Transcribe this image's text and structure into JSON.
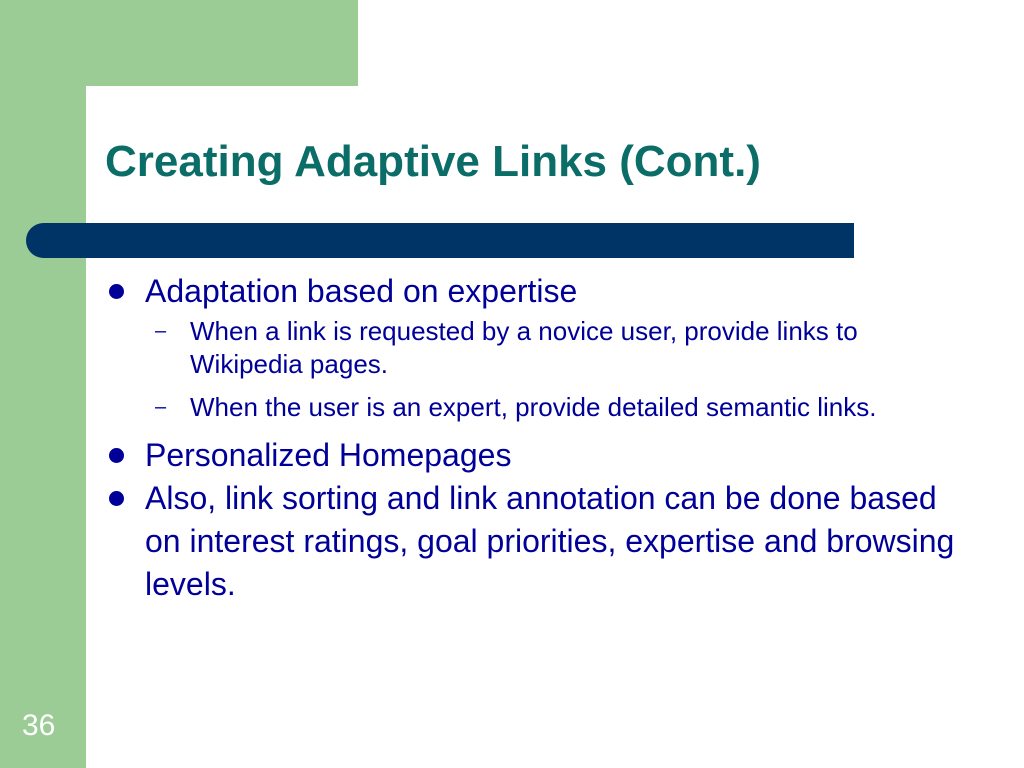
{
  "slide": {
    "title": "Creating Adaptive Links (Cont.)",
    "page_number": "36",
    "colors": {
      "frame_green": "#9ccc96",
      "title_teal": "#0b6d67",
      "bar_navy": "#003466",
      "body_blue": "#000099"
    },
    "bullets": [
      {
        "text": "Adaptation based on expertise",
        "subitems": [
          "When a link is requested by a novice user, provide links to Wikipedia pages.",
          "When the user is an expert, provide detailed semantic links."
        ]
      },
      {
        "text": "Personalized Homepages",
        "subitems": []
      },
      {
        "text": "Also, link sorting and link annotation can be done based on interest ratings, goal priorities, expertise and browsing levels.",
        "subitems": []
      }
    ],
    "sub_marker": "–",
    "bullet_icon": "filled-circle-icon"
  }
}
